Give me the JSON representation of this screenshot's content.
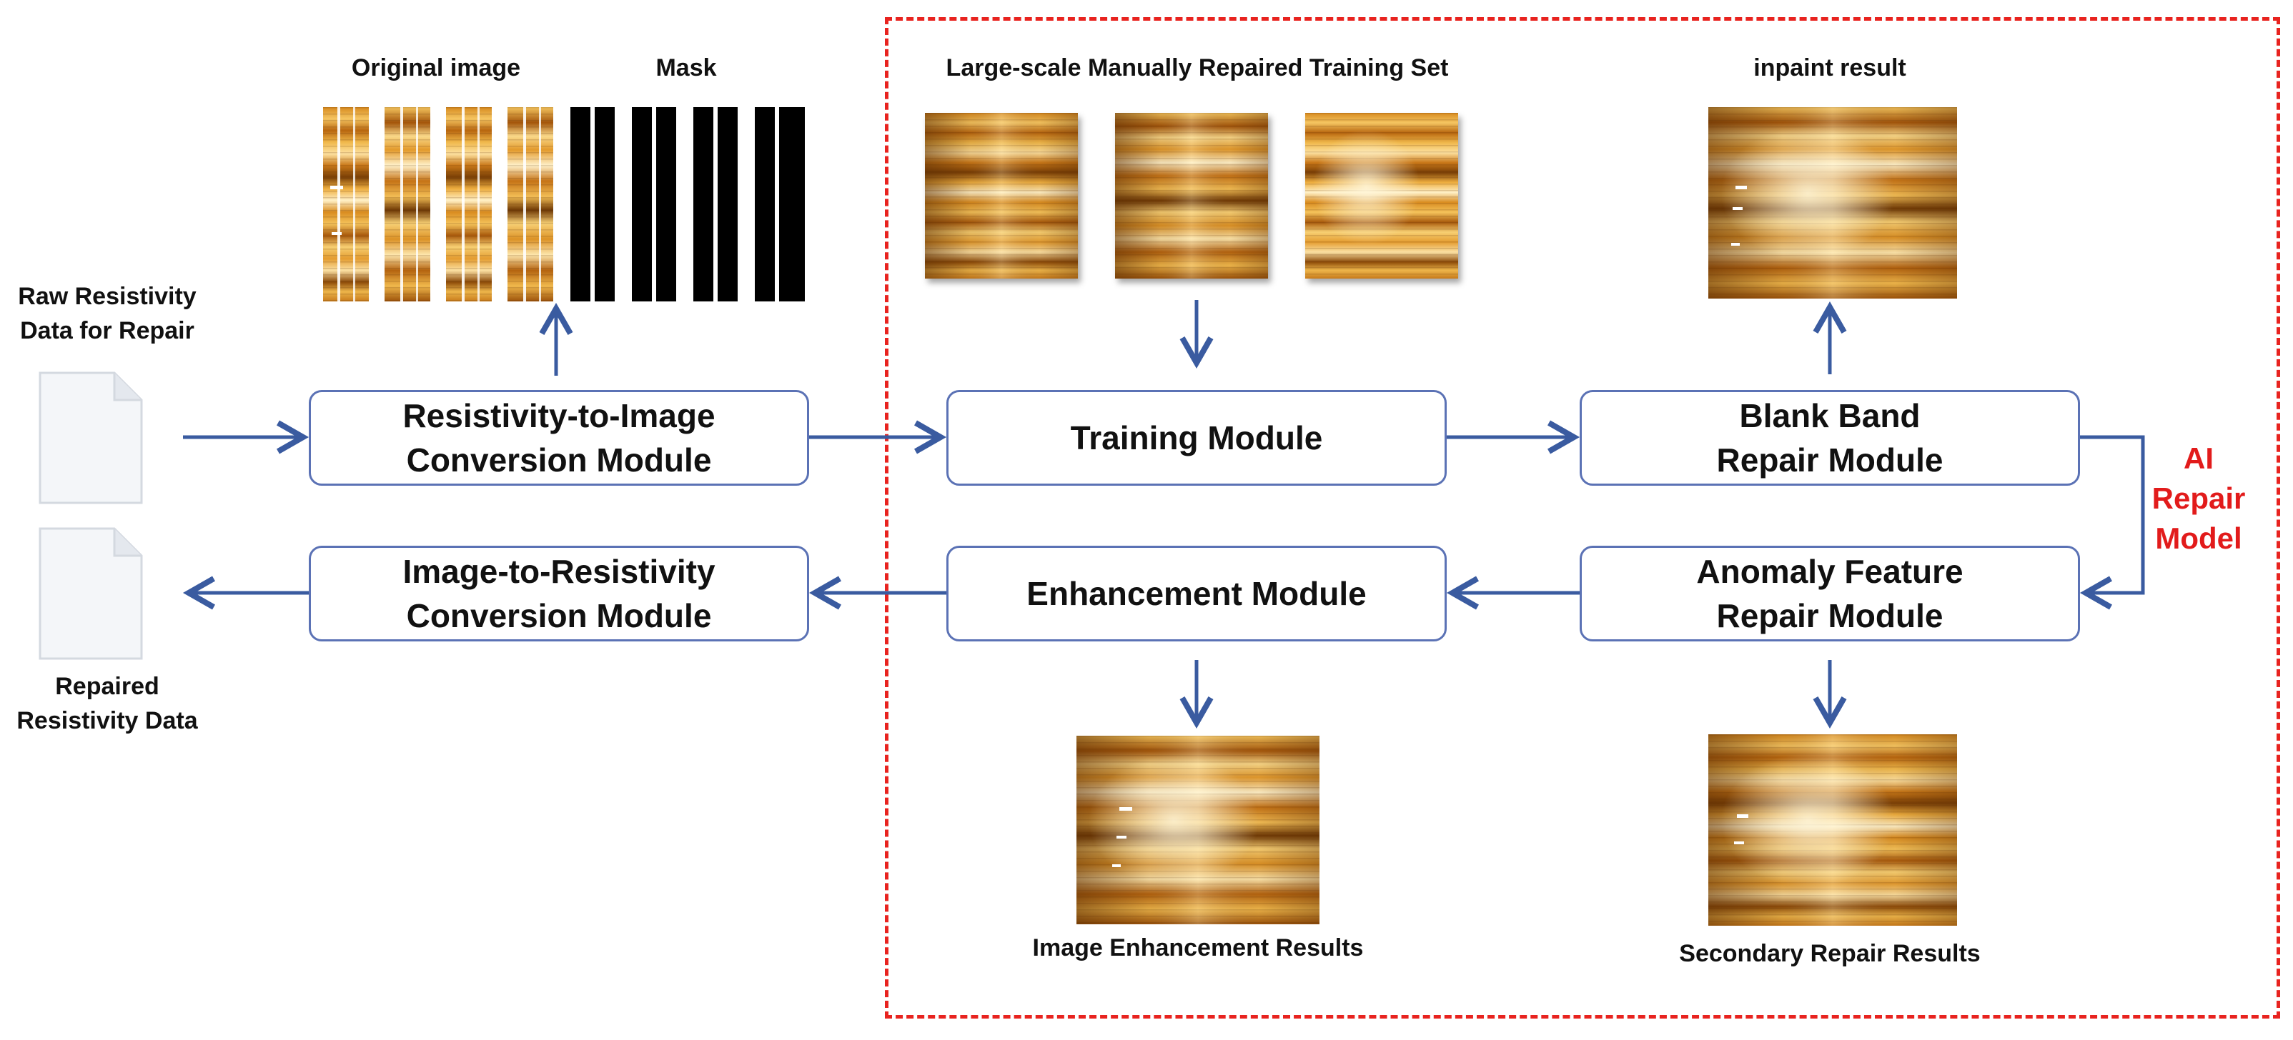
{
  "labels": {
    "original_image": "Original image",
    "mask": "Mask",
    "training_set": "Large-scale Manually Repaired Training Set",
    "inpaint_result": "inpaint result",
    "raw_data_line1": "Raw Resistivity",
    "raw_data_line2": "Data for Repair",
    "repaired_line1": "Repaired",
    "repaired_line2": "Resistivity Data",
    "enhancement_results": "Image Enhancement Results",
    "secondary_results": "Secondary Repair Results"
  },
  "modules": {
    "r2i_line1": "Resistivity-to-Image",
    "r2i_line2": "Conversion Module",
    "i2r_line1": "Image-to-Resistivity",
    "i2r_line2": "Conversion Module",
    "training": "Training Module",
    "blank_line1": "Blank Band",
    "blank_line2": "Repair Module",
    "enhancement": "Enhancement Module",
    "anomaly_line1": "Anomaly Feature",
    "anomaly_line2": "Repair Module"
  },
  "ai_model": {
    "line1": "AI",
    "line2": "Repair",
    "line3": "Model"
  },
  "colors": {
    "arrow": "#3a5ba0",
    "box_border": "#5b72b5",
    "dashed_border": "#e8231f",
    "ai_text": "#e21b1b"
  },
  "icons": {
    "document": "document-icon"
  }
}
